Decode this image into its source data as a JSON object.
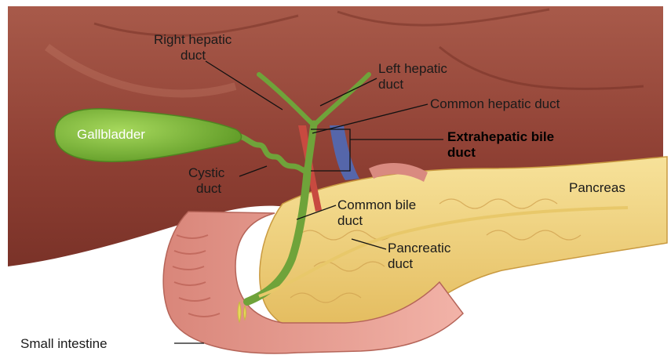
{
  "labels": {
    "right_hepatic_duct": [
      "Right hepatic",
      "duct"
    ],
    "left_hepatic_duct": [
      "Left hepatic",
      "duct"
    ],
    "common_hepatic_duct": "Common hepatic duct",
    "gallbladder": "Gallbladder",
    "extrahepatic_bile_duct": [
      "Extrahepatic bile",
      "duct"
    ],
    "cystic_duct": [
      "Cystic",
      "duct"
    ],
    "pancreas": "Pancreas",
    "common_bile_duct": [
      "Common bile",
      "duct"
    ],
    "pancreatic_duct": [
      "Pancreatic",
      "duct"
    ],
    "small_intestine": "Small intestine"
  },
  "colors": {
    "liver": "#9b4a3c",
    "liver_dark": "#6e2c22",
    "gallbladder": "#7cb83a",
    "bile_duct": "#6fa33a",
    "pancreas": "#f0d27a",
    "intestine": "#e89a8e",
    "vein": "#5566aa",
    "artery": "#c84a40"
  }
}
